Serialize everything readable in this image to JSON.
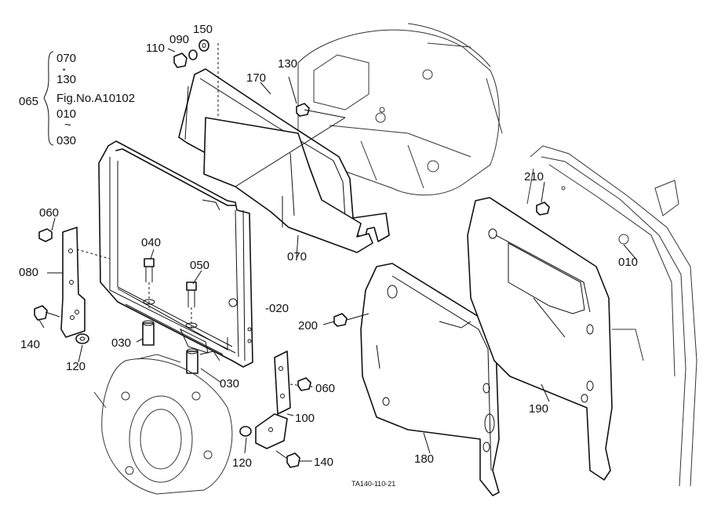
{
  "callouts": {
    "c150": "150",
    "c090": "090",
    "c110": "110",
    "c130": "130",
    "c170": "170",
    "c070": "070",
    "c210": "210",
    "c010": "010",
    "c060a": "060",
    "c080": "080",
    "c040": "040",
    "c050": "050",
    "c020": "-020",
    "c200": "200",
    "c140a": "140",
    "c120a": "120",
    "c030a": "030",
    "c030b": "030",
    "c060b": "060",
    "c100": "100",
    "c190": "190",
    "c180": "180",
    "c120b": "120",
    "c140b": "140"
  },
  "group_note": {
    "number": "065",
    "line1": "070",
    "dot": "•",
    "line2": "130",
    "line3": "Fig.No.A10102",
    "line4": "010",
    "tilde": "~",
    "line5": "030"
  },
  "drawing_code": "TA140-110-21"
}
